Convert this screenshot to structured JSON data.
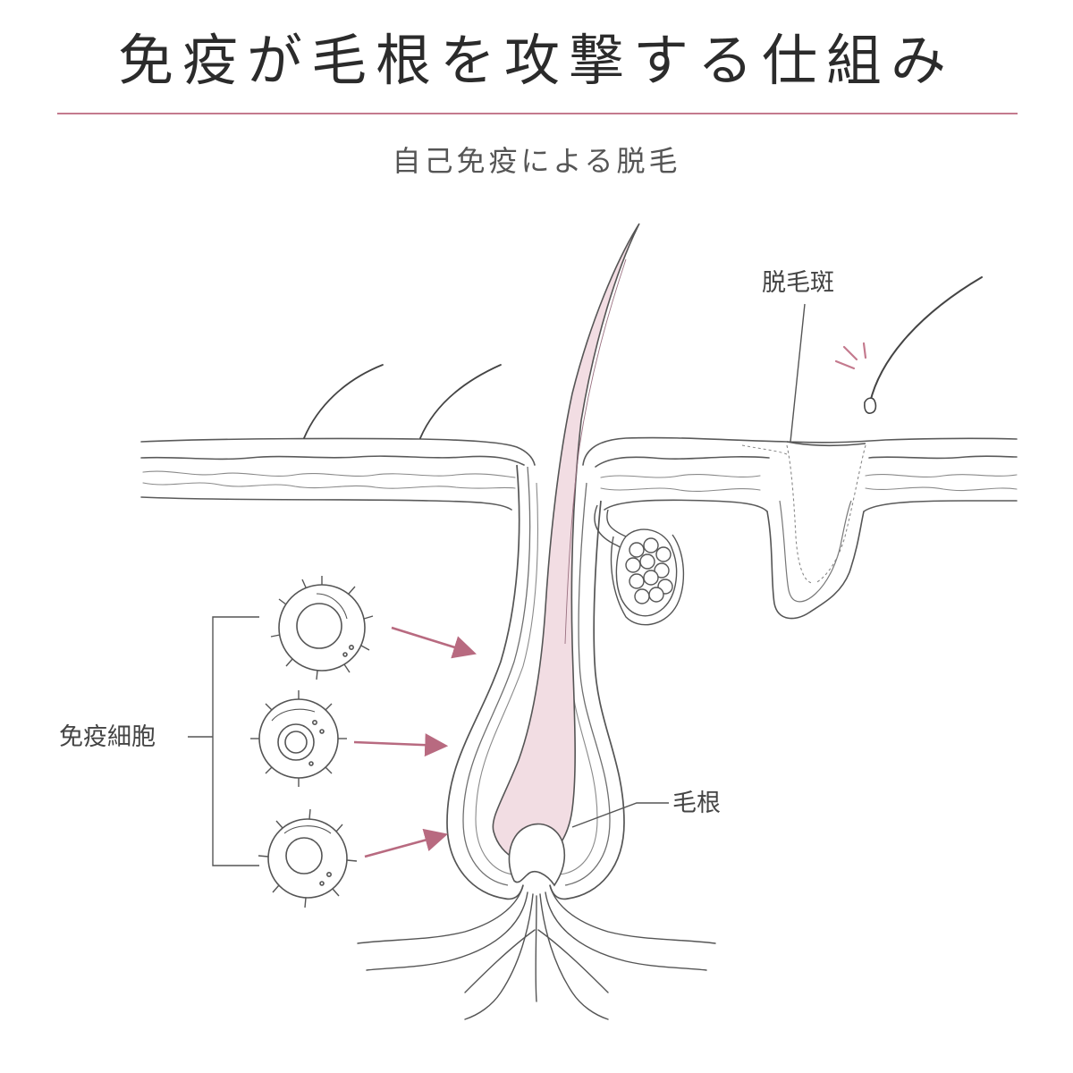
{
  "header": {
    "title": "免疫が毛根を攻撃する仕組み",
    "subtitle": "自己免疫による脱毛"
  },
  "labels": {
    "bald_patch": "脱毛斑",
    "immune_cells": "免疫細胞",
    "hair_root": "毛根"
  },
  "colors": {
    "accent": "#c47a8e",
    "hair_fill": "#f2dde3",
    "line": "#555555",
    "arrow": "#b86a80"
  }
}
